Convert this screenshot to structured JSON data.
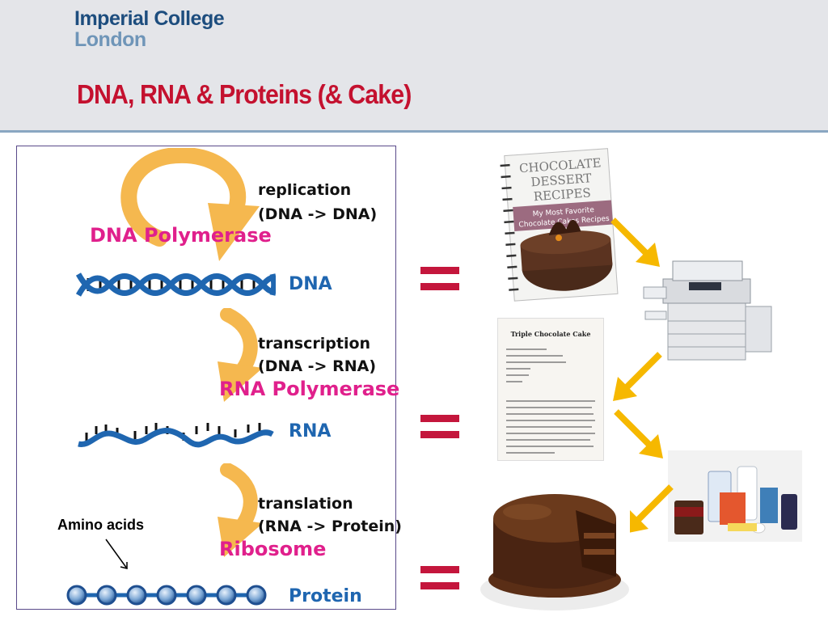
{
  "header": {
    "logo_line1": "Imperial College",
    "logo_line2": "London",
    "title": "DNA, RNA & Proteins (& Cake)"
  },
  "diagram": {
    "replication": {
      "process": "replication",
      "detail": "(DNA -> DNA)",
      "enzyme": "DNA Polymerase"
    },
    "transcription": {
      "process": "transcription",
      "detail": "(DNA -> RNA)",
      "enzyme": "RNA Polymerase"
    },
    "translation": {
      "process": "translation",
      "detail": "(RNA -> Protein)",
      "enzyme": "Ribosome"
    },
    "molecules": {
      "dna": "DNA",
      "rna": "RNA",
      "protein": "Protein"
    },
    "amino_label": "Amino acids"
  },
  "recipe_book": {
    "line1": "CHOCOLATE",
    "line2": "DESSERT",
    "line3": "RECIPES",
    "banner1": "My Most Favorite",
    "banner2": "Chocolate Cakes Recipes"
  },
  "recipe_card": {
    "title": "Triple Chocolate Cake"
  },
  "colors": {
    "accent_red": "#c4112f",
    "equals": "#c4163c",
    "arrow_orange": "#f5b84f",
    "arrow_yellow": "#f6b800",
    "dna_blue": "#1f66b0",
    "enzyme_pink": "#e0208c"
  }
}
